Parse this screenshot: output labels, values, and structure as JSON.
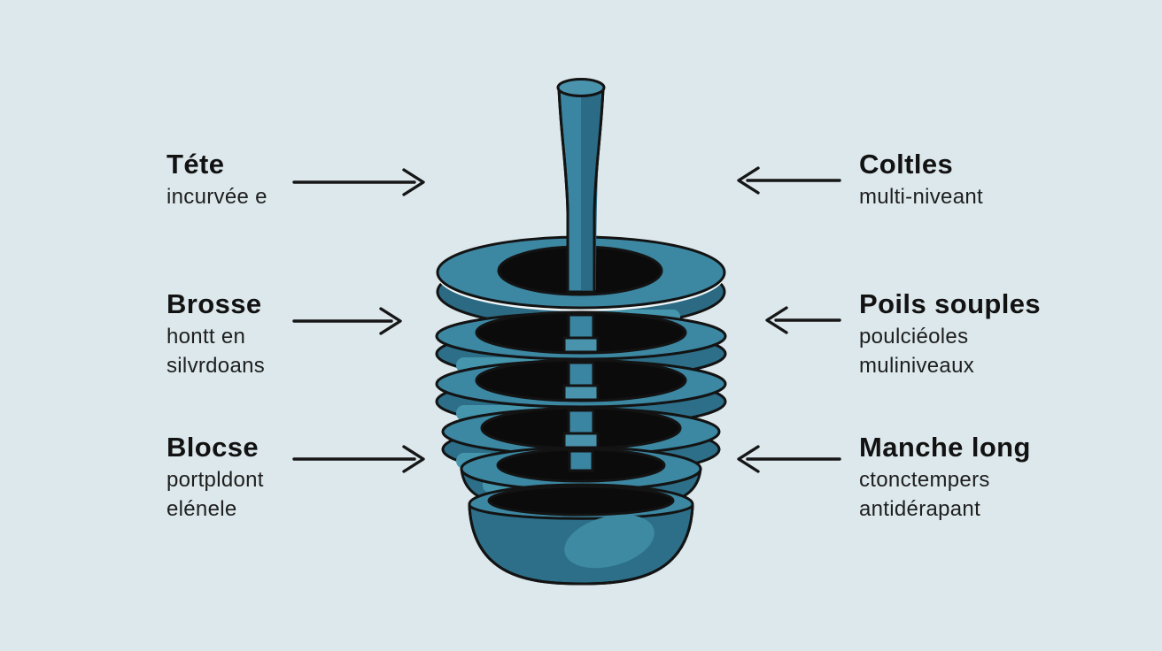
{
  "illustration": {
    "subject": "stylized toilet brush with stacked coil rings, long handle and rounded bowl base",
    "colors": {
      "background": "#dce8ec",
      "teal_main": "#3c87a2",
      "teal_light": "#4a95ad",
      "teal_highlight": "#4596ad",
      "teal_dark": "#2d6f89",
      "teal_shadow": "#2c6b85",
      "outline": "#131313",
      "hole_black": "#0b0b0b",
      "stripe_white": "#eef4f6",
      "text": "#141414"
    }
  },
  "labels": {
    "left": [
      {
        "title": "Téte",
        "lines": [
          "incurvée e"
        ]
      },
      {
        "title": "Brosse",
        "lines": [
          "hontt en",
          "silvrdoans"
        ]
      },
      {
        "title": "Blocse",
        "lines": [
          "portpldont",
          "elénele"
        ]
      }
    ],
    "right": [
      {
        "title": "Coltles",
        "lines": [
          "multi-niveant"
        ]
      },
      {
        "title": "Poils souples",
        "lines": [
          "poulciéoles",
          "muliniveaux"
        ]
      },
      {
        "title": "Manche long",
        "lines": [
          "ctonctempers",
          "antidérapant"
        ]
      }
    ]
  }
}
